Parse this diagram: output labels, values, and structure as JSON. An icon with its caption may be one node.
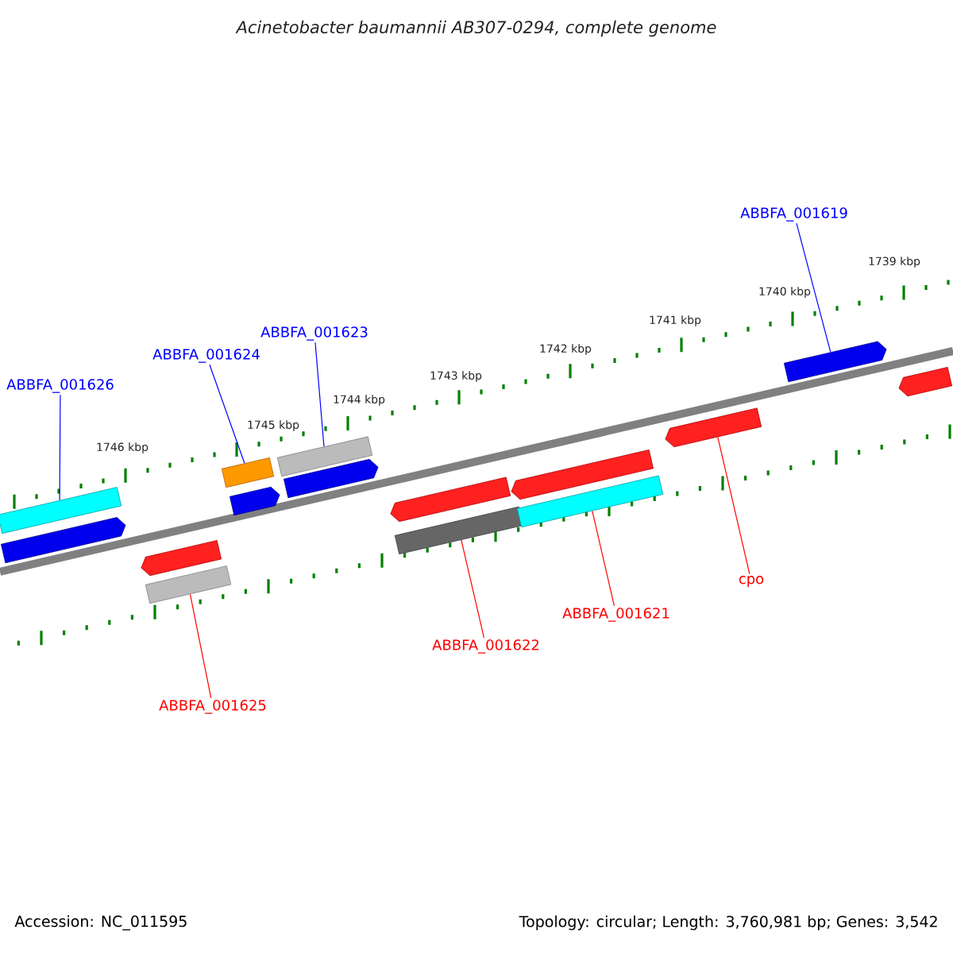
{
  "diagram": {
    "title": "Acinetobacter baumannii AB307-0294, complete genome",
    "nodes": [
      {
        "text": [
          "ABBFA_001626"
        ]
      },
      {
        "text": [
          "ABBFA_001624"
        ]
      },
      {
        "text": [
          "ABBFA_001623"
        ]
      },
      {
        "text": [
          "ABBFA_001619"
        ]
      },
      {
        "text": [
          "ABBFA_001625"
        ]
      },
      {
        "text": [
          "ABBFA_001622"
        ]
      },
      {
        "text": [
          "ABBFA_001621"
        ]
      },
      {
        "text": [
          "cpo"
        ]
      },
      {
        "text": [],
        "shape": "bar"
      },
      {
        "text": [],
        "shape": "arrow"
      },
      {
        "text": [],
        "shape": "arrow"
      },
      {
        "text": [],
        "shape": "bar"
      },
      {
        "text": [],
        "shape": "bar"
      },
      {
        "text": [],
        "shape": "arrow"
      },
      {
        "text": [],
        "shape": "bar"
      },
      {
        "text": [],
        "shape": "arrow"
      },
      {
        "text": [],
        "shape": "arrow"
      },
      {
        "text": [],
        "shape": "bar"
      },
      {
        "text": [],
        "shape": "arrow"
      },
      {
        "text": [],
        "shape": "bar"
      },
      {
        "text": [],
        "shape": "arrow"
      },
      {
        "text": [],
        "shape": "arrow"
      },
      {
        "text": [],
        "shape": "arrow"
      }
    ],
    "edges": [
      {
        "from": 0,
        "to": 8,
        "arrow": "none",
        "color": "#0000ff"
      },
      {
        "from": 1,
        "to": 12,
        "arrow": "none",
        "color": "#0000ff"
      },
      {
        "from": 2,
        "to": 14,
        "arrow": "none",
        "color": "#0000ff"
      },
      {
        "from": 3,
        "to": 21,
        "arrow": "none",
        "color": "#0000ff"
      },
      {
        "from": 4,
        "to": 11,
        "arrow": "none",
        "color": "#ff0000"
      },
      {
        "from": 5,
        "to": 17,
        "arrow": "none",
        "color": "#ff0000"
      },
      {
        "from": 6,
        "to": 19,
        "arrow": "none",
        "color": "#ff0000"
      },
      {
        "from": 7,
        "to": 20,
        "arrow": "none",
        "color": "#ff0000"
      }
    ],
    "labels": [
      "1739 kbp",
      "1740 kbp",
      "1741 kbp",
      "1742 kbp",
      "1743 kbp",
      "1744 kbp",
      "1745 kbp",
      "1746 kbp",
      "Accession: NC_011595",
      "Topology: circular; Length: 3,760,981 bp; Genes: 3,542"
    ]
  }
}
